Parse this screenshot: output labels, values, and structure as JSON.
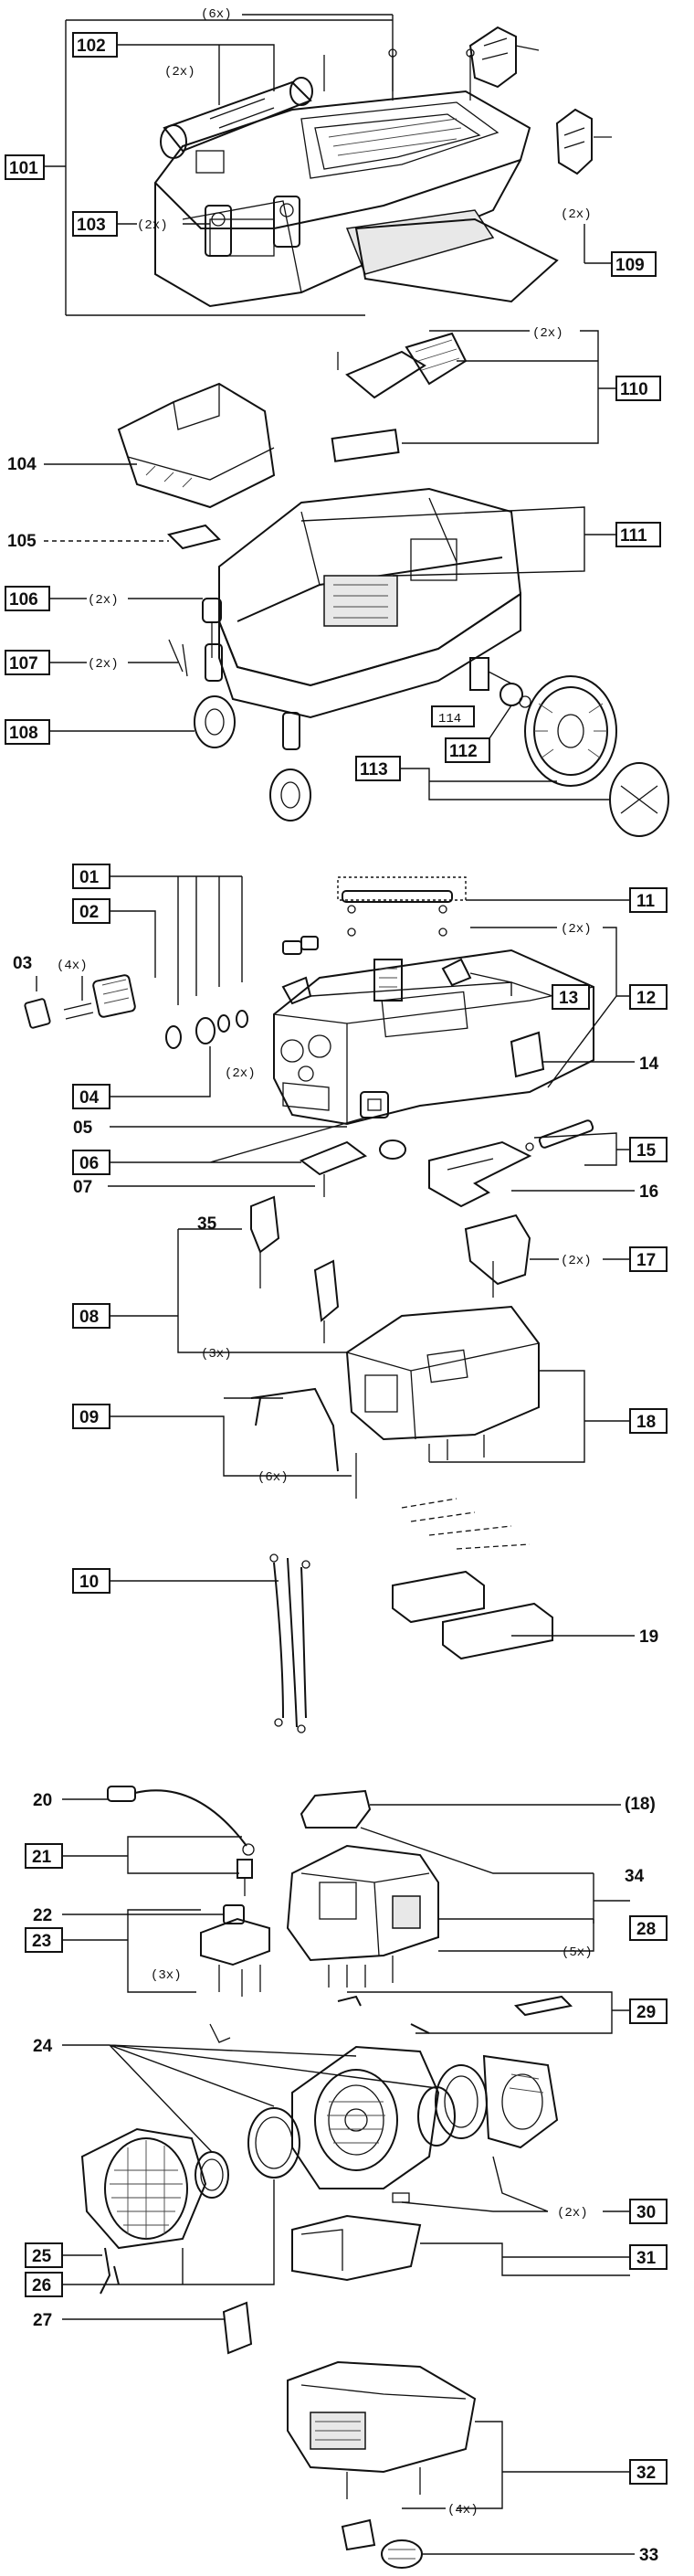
{
  "section_a": {
    "qty_6x": "(6x)",
    "qty_2x_a": "(2x)",
    "qty_2x_b": "(2x)",
    "qty_2x_c": "(2x)",
    "qty_2x_d": "(2x)",
    "qty_2x_e": "(2x)",
    "qty_2x_f": "(2x)",
    "labels": {
      "p101": "101",
      "p102": "102",
      "p103": "103",
      "p104": "104",
      "p105": "105",
      "p106": "106",
      "p107": "107",
      "p108": "108",
      "p109": "109",
      "p110": "110",
      "p111": "111",
      "p112": "112",
      "p113": "113",
      "p114": "114"
    }
  },
  "section_b": {
    "qty_4x": "(4x)",
    "qty_2x_a": "(2x)",
    "qty_2x_b": "(2x)",
    "qty_2x_c": "(2x)",
    "qty_3x": "(3x)",
    "qty_6x": "(6x)",
    "labels": {
      "p01": "01",
      "p02": "02",
      "p03": "03",
      "p04": "04",
      "p05": "05",
      "p06": "06",
      "p07": "07",
      "p08": "08",
      "p09": "09",
      "p10": "10",
      "p11": "11",
      "p12": "12",
      "p13": "13",
      "p14": "14",
      "p15": "15",
      "p16": "16",
      "p17": "17",
      "p18": "18",
      "p19": "19",
      "p35": "35"
    }
  },
  "section_c": {
    "qty_3x": "(3x)",
    "qty_5x": "(5x)",
    "qty_2x": "(2x)",
    "qty_4x": "(4x)",
    "labels": {
      "p20": "20",
      "p21": "21",
      "p22": "22",
      "p23": "23",
      "p24": "24",
      "p25": "25",
      "p26": "26",
      "p27": "27",
      "p28": "28",
      "p29": "29",
      "p30": "30",
      "p31": "31",
      "p32": "32",
      "p33": "33",
      "p34": "34",
      "p18ref": "(18)"
    }
  }
}
